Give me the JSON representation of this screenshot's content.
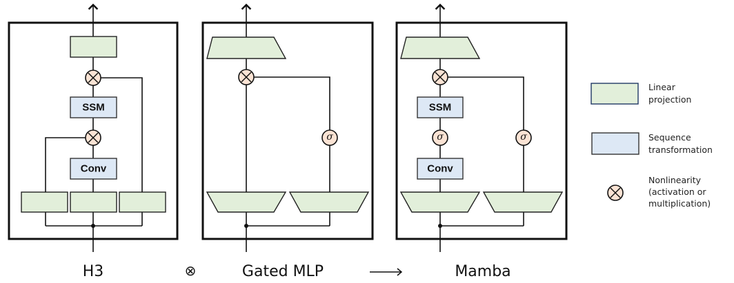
{
  "panels": {
    "h3": {
      "title": "H3",
      "blocks": {
        "ssm": "SSM",
        "conv": "Conv"
      }
    },
    "gated_mlp": {
      "title": "Gated MLP",
      "sigma": "σ"
    },
    "mamba": {
      "title": "Mamba",
      "blocks": {
        "ssm": "SSM",
        "conv": "Conv"
      },
      "sigma": "σ"
    }
  },
  "operators": {
    "combine": "⊗",
    "yields": "⟶"
  },
  "legend": {
    "linear": [
      "Linear",
      "projection"
    ],
    "sequence": [
      "Sequence",
      "transformation"
    ],
    "nonlinearity": [
      "Nonlinearity",
      "(activation or",
      "multiplication)"
    ]
  },
  "colors": {
    "linear_projection": "#e2efda",
    "sequence_transformation": "#dde8f5",
    "nonlinearity": "#fbe3d4"
  }
}
